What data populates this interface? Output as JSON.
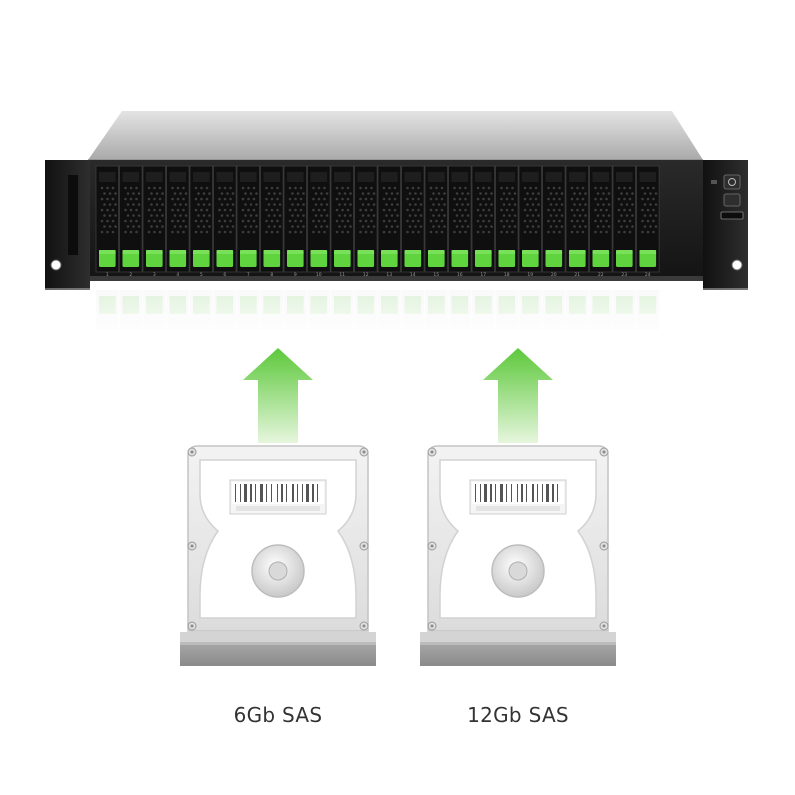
{
  "colors": {
    "bay_green": "#5fd43f",
    "arrow_green_top": "#5cc83a",
    "arrow_green_bottom": "#d8f2cc",
    "chassis_dark": "#1b1b1b",
    "chassis_top": "#c9c9c9"
  },
  "server": {
    "bay_count": 24,
    "bay_numbers": [
      "1",
      "2",
      "3",
      "4",
      "5",
      "6",
      "7",
      "8",
      "9",
      "10",
      "11",
      "12",
      "13",
      "14",
      "15",
      "16",
      "17",
      "18",
      "19",
      "20",
      "21",
      "22",
      "23",
      "24"
    ],
    "icons": [
      "power-icon",
      "reset-icon",
      "usb-port-icon"
    ]
  },
  "drives": [
    {
      "label": "6Gb SAS",
      "icon": "hard-drive-icon"
    },
    {
      "label": "12Gb SAS",
      "icon": "hard-drive-icon"
    }
  ],
  "arrows": {
    "icon": "upload-arrow-icon"
  }
}
